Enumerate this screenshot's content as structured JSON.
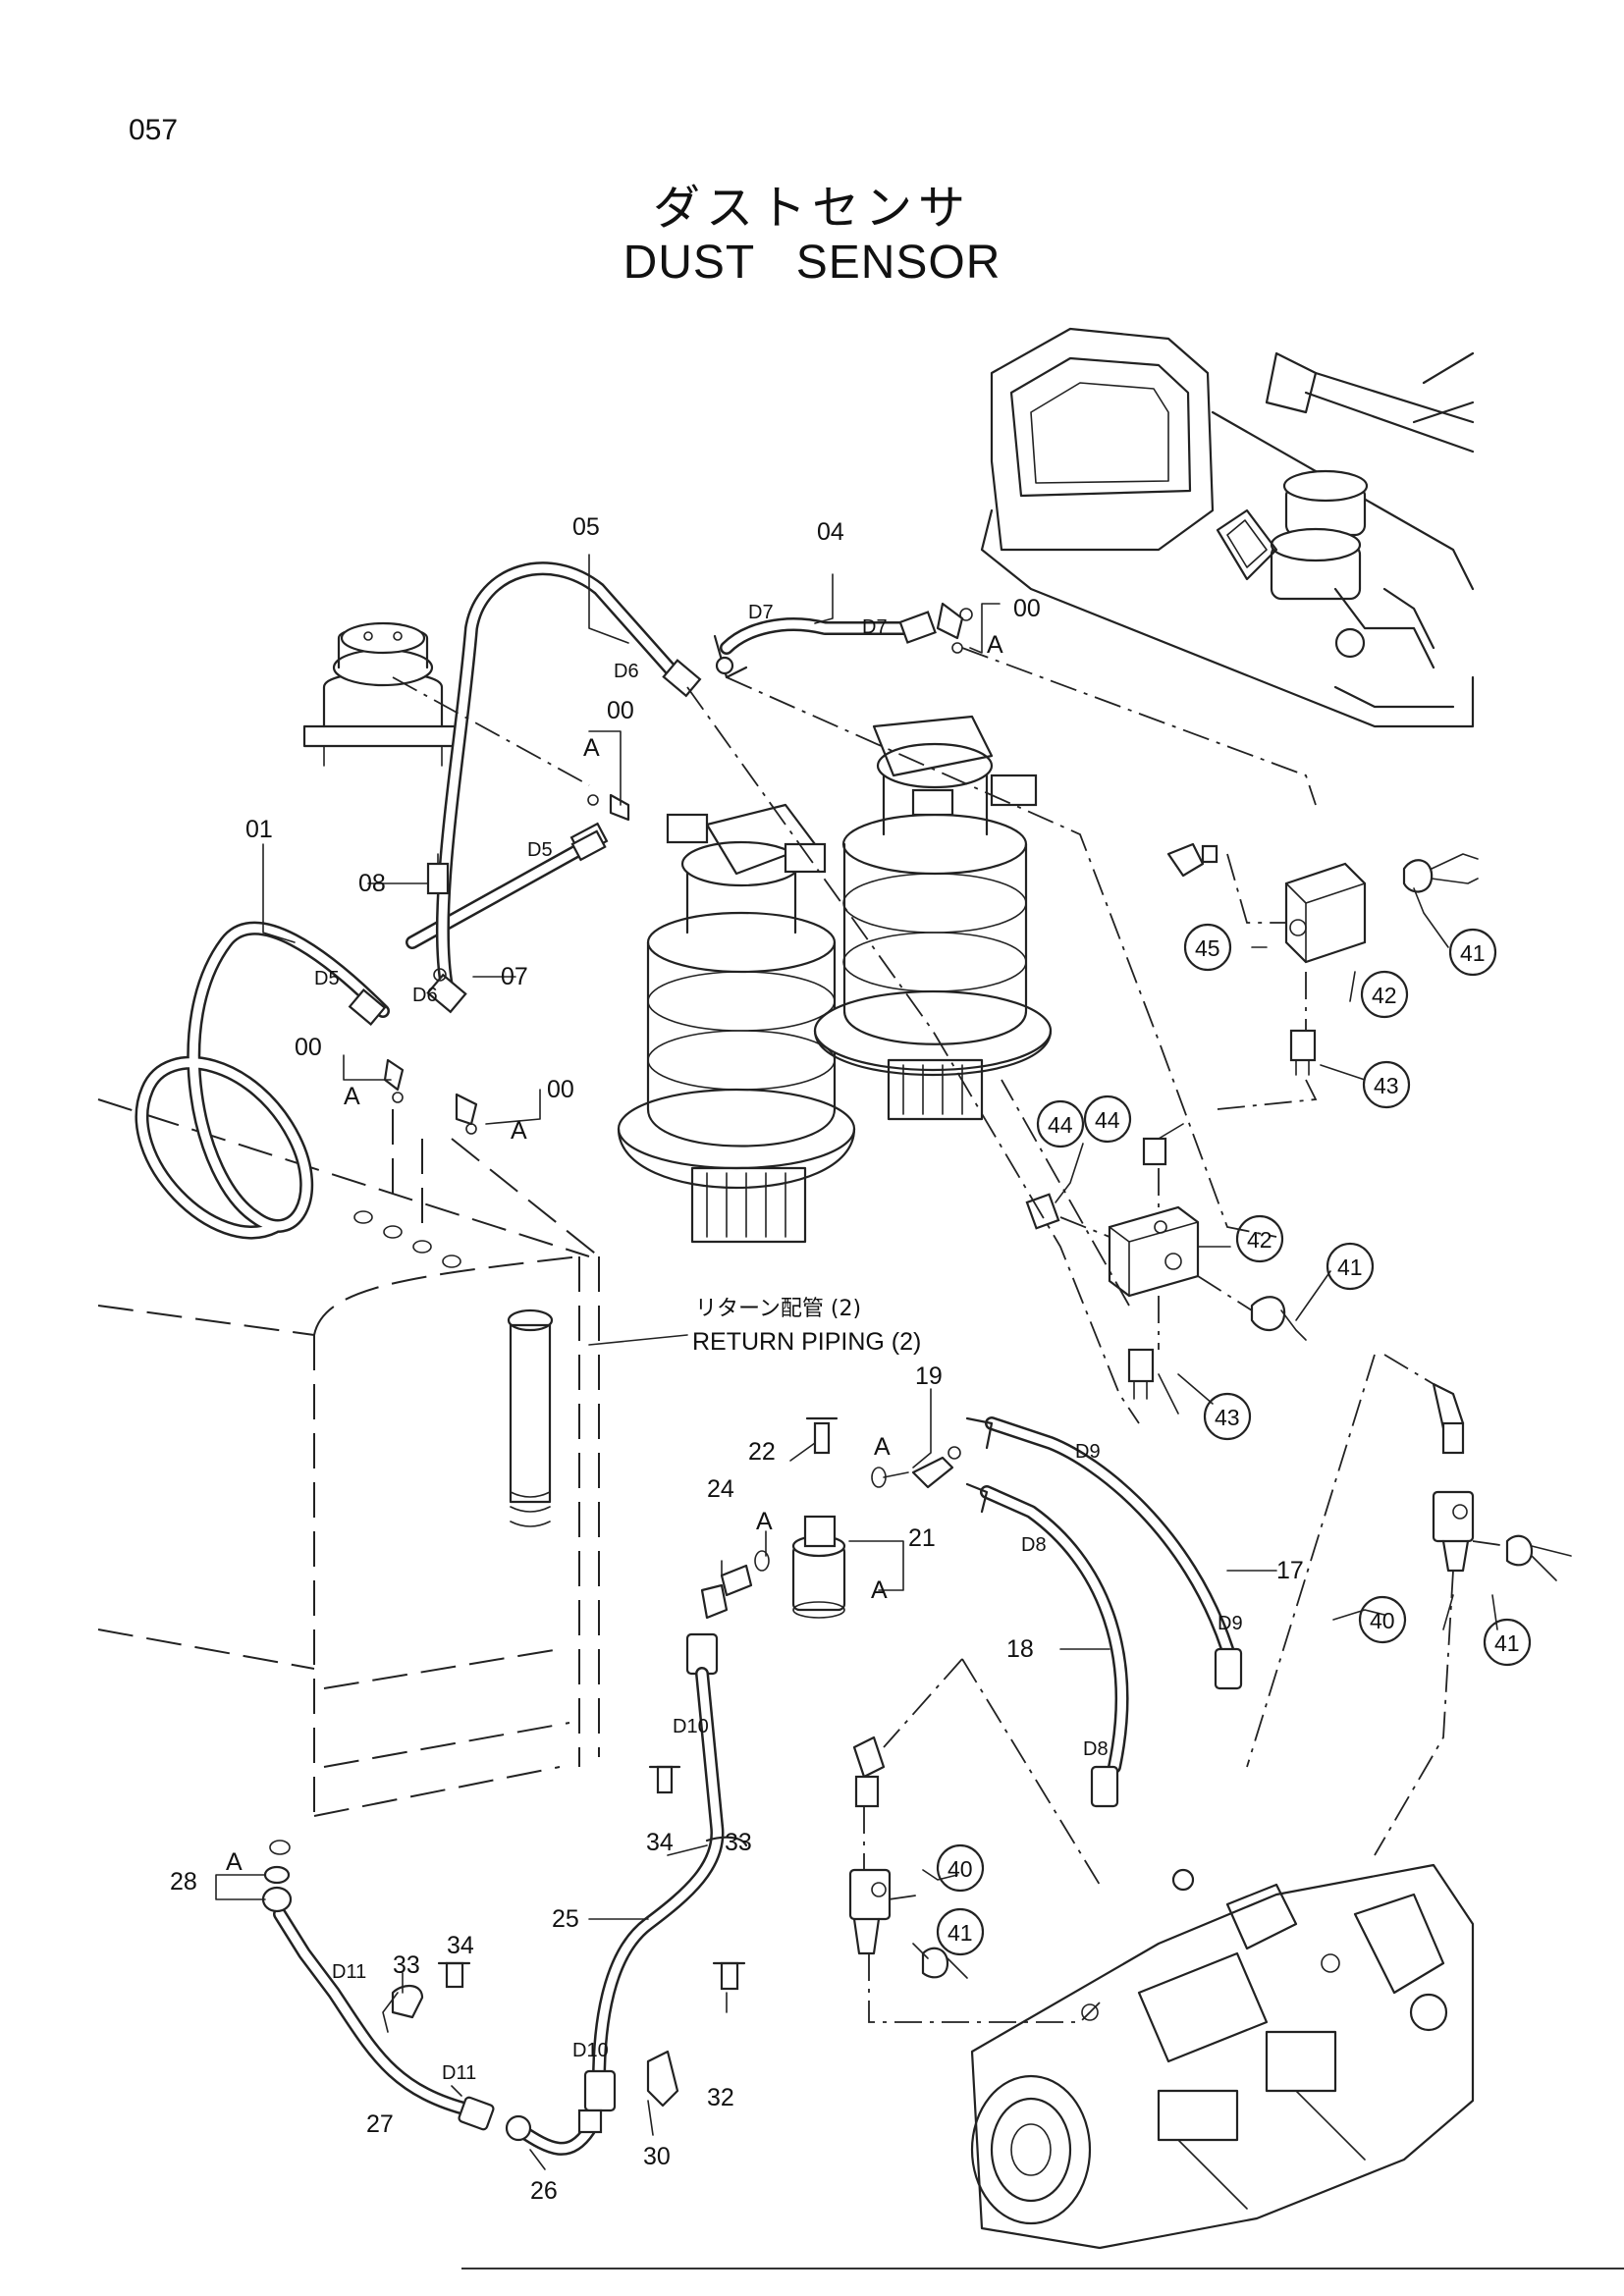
{
  "page_number": "057",
  "title_jp": "ダストセンサ",
  "title_en": "DUST   SENSOR",
  "callouts": {
    "p00": "00",
    "p01": "01",
    "p04": "04",
    "p05": "05",
    "p07": "07",
    "p08": "08",
    "p17": "17",
    "p18": "18",
    "p19": "19",
    "p21": "21",
    "p22": "22",
    "p24": "24",
    "p25": "25",
    "p26": "26",
    "p27": "27",
    "p28": "28",
    "p30": "30",
    "p32": "32",
    "p33": "33",
    "p34": "34",
    "c40": "40",
    "c41": "41",
    "c42": "42",
    "c43": "43",
    "c44": "44",
    "c45": "45"
  },
  "markers": {
    "A": "A",
    "D5": "D5",
    "D6": "D6",
    "D7": "D7",
    "D8": "D8",
    "D9": "D9",
    "D10": "D10",
    "D11": "D11"
  },
  "note": {
    "return_piping_jp": "リターン配管 (2)",
    "return_piping_en": "RETURN  PIPING (2)"
  }
}
